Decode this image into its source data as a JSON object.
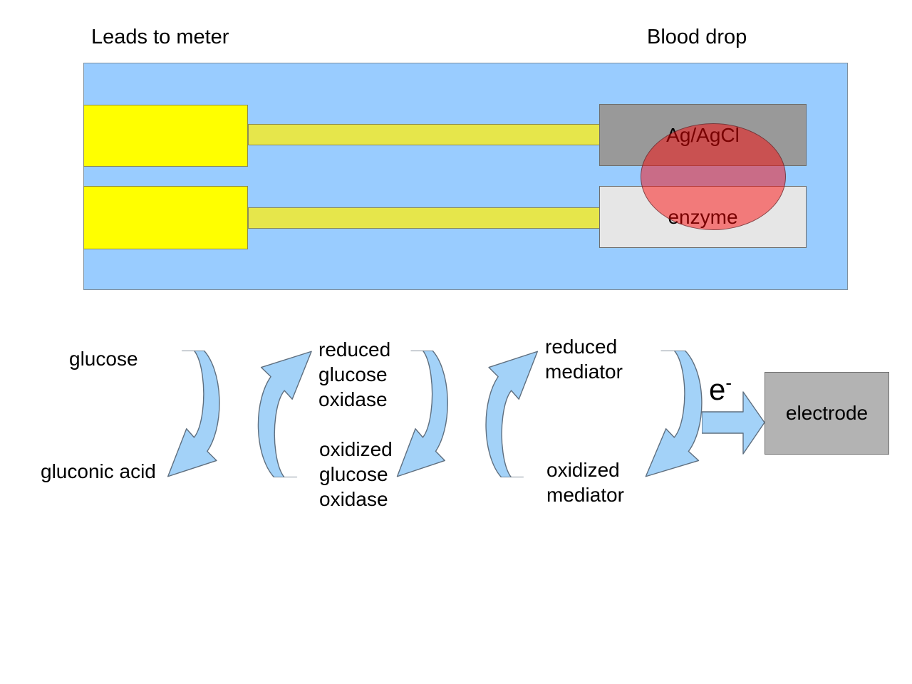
{
  "header": {
    "left_label": "Leads to meter",
    "right_label": "Blood drop"
  },
  "strip": {
    "silver_label": "Ag/AgCl",
    "enzyme_label": "enzyme"
  },
  "reaction": {
    "glucose": "glucose",
    "gluconic_acid": "gluconic acid",
    "reduced_glucose_oxidase": [
      "reduced",
      "glucose",
      "oxidase"
    ],
    "oxidized_glucose_oxidase": [
      "oxidized",
      "glucose",
      "oxidase"
    ],
    "reduced_mediator": [
      "reduced",
      "mediator"
    ],
    "oxidized_mediator": [
      "oxidized",
      "mediator"
    ],
    "electron_base": "e",
    "electron_sup": "-",
    "electrode_label": "electrode"
  },
  "colors": {
    "strip_blue": "#99ccff",
    "strip_border": "#7e8f9e",
    "contact_yellow": "#ffff00",
    "trace_yellow": "#e6e64b",
    "pad_border": "#8a8a55",
    "silver_gray": "#999999",
    "enzyme_gray": "#e6e6e6",
    "electrode_gray": "#b3b3b3",
    "box_border": "#6e6e6e",
    "blood_red_fill": "rgba(255,0,0,0.47)",
    "blood_red_outline": "rgba(75,40,45,0.65)",
    "arrow_blue": "#a3d2f8",
    "arrow_outline": "#5f6f7f"
  }
}
